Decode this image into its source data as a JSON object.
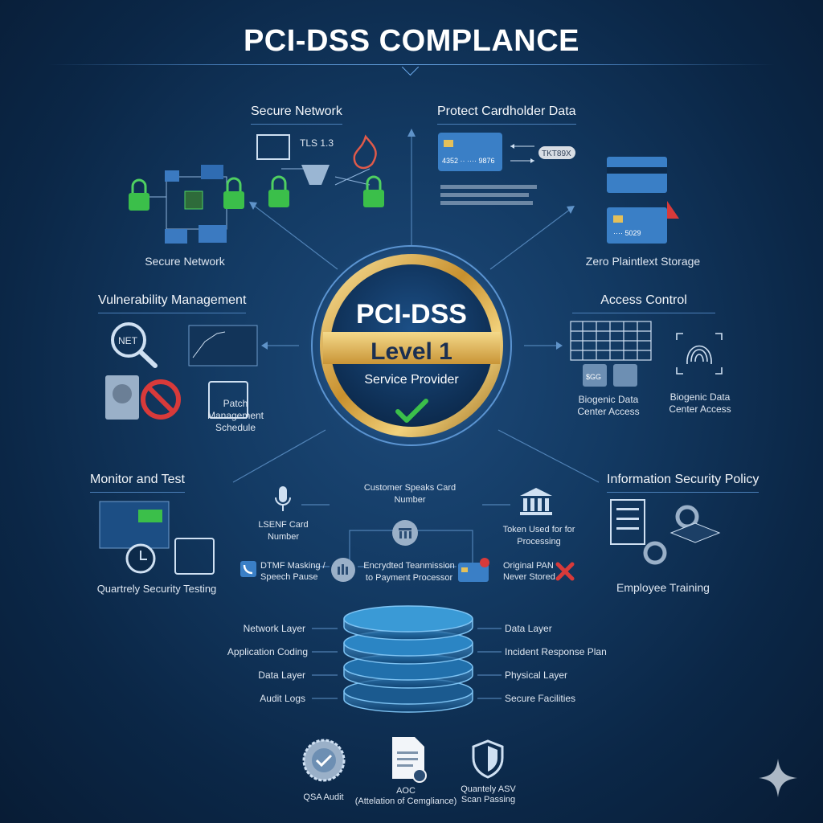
{
  "title": "PCI-DSS COMPLANCE",
  "badge": {
    "line1": "PCI-DSS",
    "line2": "Level 1",
    "line3": "Service Provider"
  },
  "secure_network": {
    "header": "Secure Network",
    "caption": "Secure Network",
    "tls": "TLS 1.3"
  },
  "protect_data": {
    "header": "Protect Cardholder Data",
    "card_number": "4352 ·· ···· 9876",
    "token": "TKT89X",
    "caption": "Zero Plaintlext Storage",
    "card2_number": "···· 5029"
  },
  "vuln": {
    "header": "Vulnerability Management",
    "patch_label": "Patch Management Schedule",
    "scanner_text": "NET"
  },
  "access": {
    "header": "Access Control",
    "lock_a": "$GG",
    "caption1": "Biogenic Data Center Access",
    "caption2": "Biogenic Data Center Access"
  },
  "monitor": {
    "header": "Monitor and Test",
    "caption": "Quartrely Security Testing"
  },
  "policy": {
    "header": "Information Security Policy",
    "caption": "Employee Training"
  },
  "flow": {
    "customer": "Customer Speaks Card Number",
    "lsenf": "LSENF Card Number",
    "token": "Token Used for for Processing",
    "dtmf": "DTMF Masking / Speech Pause",
    "encrypted": "Encrydted Teanmission to Payment Processor",
    "original": "Original PAN Never Stored"
  },
  "layers": {
    "left": [
      "Network Layer",
      "Application Coding",
      "Data Layer",
      "Audit Logs"
    ],
    "right": [
      "Data Layer",
      "Incident Response Plan",
      "Physical Layer",
      "Secure Facilities"
    ]
  },
  "bottom": {
    "qsa": "QSA Audit",
    "aoc_line1": "AOC",
    "aoc_line2": "(Attelation of Cemgliance)",
    "asv_line1": "Quantely ASV",
    "asv_line2": "Scan Passing"
  },
  "colors": {
    "accent_blue": "#6aa8e8",
    "gold": "#d9a441",
    "green": "#3bbf4a",
    "red": "#d83a3a"
  }
}
